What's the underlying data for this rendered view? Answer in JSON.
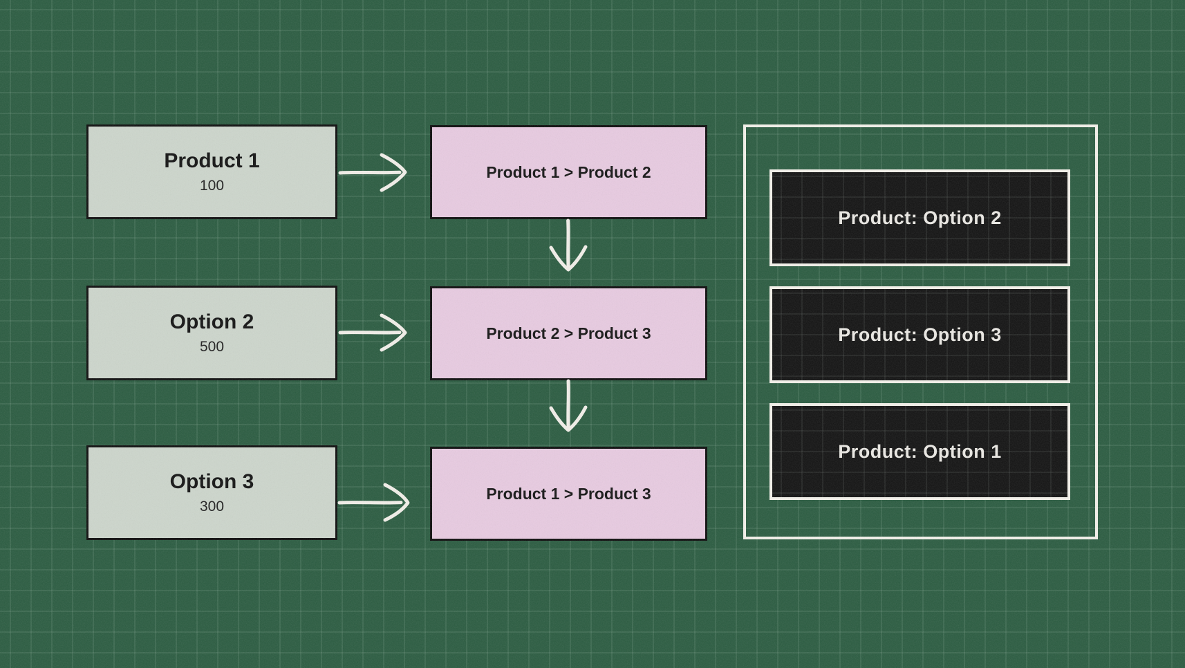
{
  "diagram": {
    "sources": [
      {
        "title": "Product 1",
        "value": "100"
      },
      {
        "title": "Option 2",
        "value": "500"
      },
      {
        "title": "Option 3",
        "value": "300"
      }
    ],
    "transitions": [
      {
        "label": "Product 1 > Product 2"
      },
      {
        "label": "Product 2 > Product 3"
      },
      {
        "label": "Product 1 > Product 3"
      }
    ],
    "panel": {
      "items": [
        {
          "label": "Product: Option 2"
        },
        {
          "label": "Product: Option 3"
        },
        {
          "label": "Product: Option 1"
        }
      ]
    },
    "colors": {
      "background": "#2b5c41",
      "source_box_fill": "#cdd6cc",
      "transition_box_fill": "#e8cbe1",
      "panel_item_fill": "#131313",
      "outline_black": "#0e0e0e",
      "outline_white": "#f3f1ea",
      "arrow": "#f2efe9"
    }
  }
}
